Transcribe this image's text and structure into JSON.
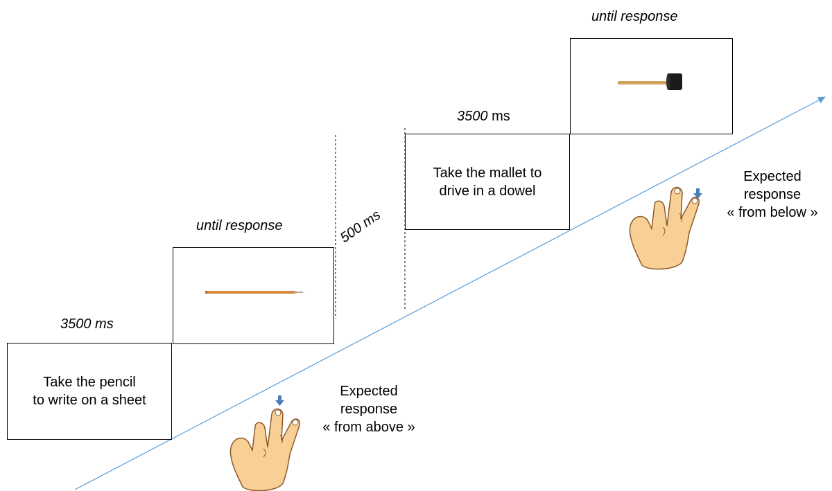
{
  "trial1": {
    "instruction_line1": "Take the pencil",
    "instruction_line2": "to write on a sheet",
    "instruction_duration": "3500 ms",
    "stimulus_duration": "until response"
  },
  "isi": "500 ms",
  "trial2": {
    "instruction_line1": "Take the mallet to",
    "instruction_line2": "drive in a dowel",
    "instruction_duration_value": "3500",
    "instruction_duration_unit": "ms",
    "stimulus_duration": "until response"
  },
  "response_above": {
    "line1": "Expected",
    "line2": "response",
    "line3": "« from above »"
  },
  "response_below": {
    "line1": "Expected",
    "line2": "response",
    "line3": "« from below »"
  },
  "colors": {
    "time_arrow": "#5b9bd5",
    "finger_arrow": "#4a7ebb",
    "skin": "#f8cf95",
    "skin_outline": "#8a5a2b",
    "pencil": "#d98a3a",
    "mallet_handle": "#d2a15c",
    "mallet_head": "#1a1a1a"
  },
  "icons": [
    "pencil-image",
    "mallet-image",
    "hand-icon",
    "down-arrow-icon",
    "time-arrow"
  ]
}
